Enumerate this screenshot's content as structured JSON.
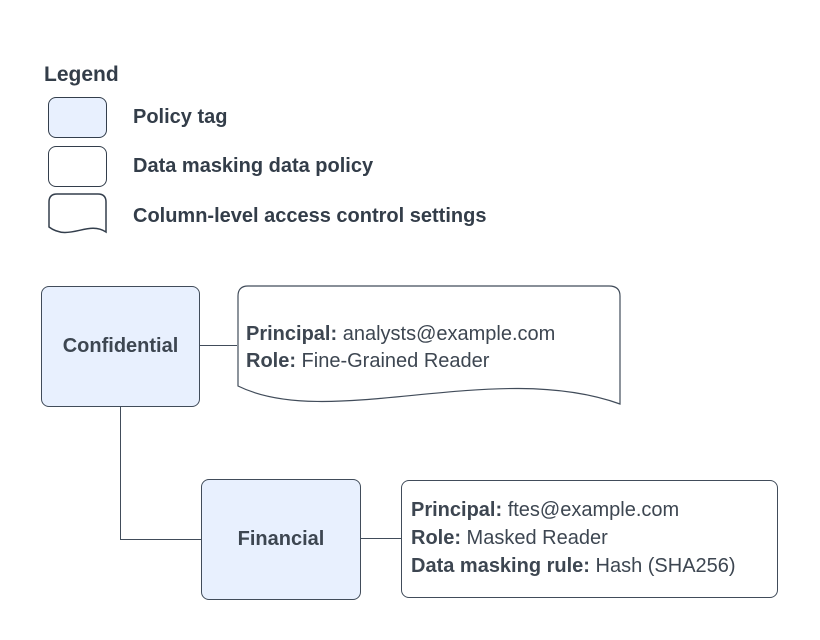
{
  "colors": {
    "policy_tag_fill": "#e8f0fe",
    "shape_border": "#414c5a",
    "text": "#3d4651",
    "background": "#ffffff"
  },
  "legend": {
    "title": "Legend",
    "items": [
      {
        "shape": "policy-tag-swatch",
        "label": "Policy tag"
      },
      {
        "shape": "data-masking-policy-swatch",
        "label": "Data masking data policy"
      },
      {
        "shape": "column-access-document-swatch",
        "label": "Column-level access control settings"
      }
    ]
  },
  "diagram": {
    "policy_tags": [
      {
        "label": "Confidential"
      },
      {
        "label": "Financial"
      }
    ],
    "column_access_settings": {
      "lines": [
        {
          "label": "Principal:",
          "value": " analysts@example.com"
        },
        {
          "label": "Role:",
          "value": " Fine-Grained Reader"
        }
      ]
    },
    "data_masking_policy": {
      "lines": [
        {
          "label": "Principal:",
          "value": " ftes@example.com"
        },
        {
          "label": "Role:",
          "value": " Masked Reader"
        },
        {
          "label": "Data masking rule:",
          "value": " Hash (SHA256)"
        }
      ]
    }
  }
}
